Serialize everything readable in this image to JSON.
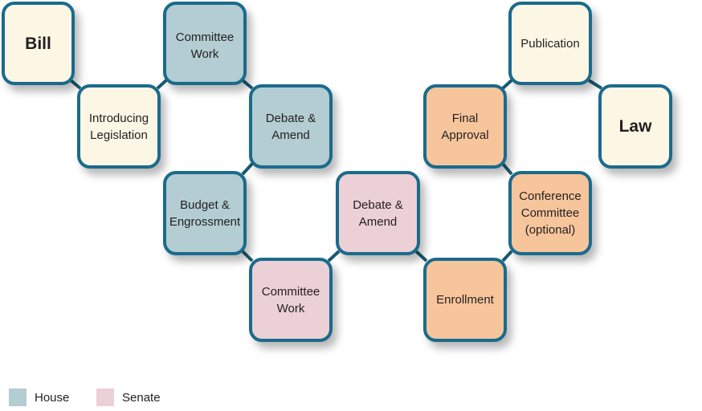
{
  "nodes": {
    "bill": "Bill",
    "introducing": "Introducing Legislation",
    "house_committee": "Committee Work",
    "house_debate": "Debate & Amend",
    "budget": "Budget & Engrossment",
    "senate_committee": "Committee Work",
    "senate_debate": "Debate & Amend",
    "enrollment": "Enrollment",
    "conference": "Conference Committee (optional)",
    "final": "Final Approval",
    "publication": "Publication",
    "law": "Law"
  },
  "legend": {
    "house": "House",
    "senate": "Senate"
  },
  "colors": {
    "border": "#1a6b8c",
    "house": "#b3cdd2",
    "senate": "#ebd0d5",
    "cream": "#fcf7e5",
    "orange": "#f7c59c"
  }
}
